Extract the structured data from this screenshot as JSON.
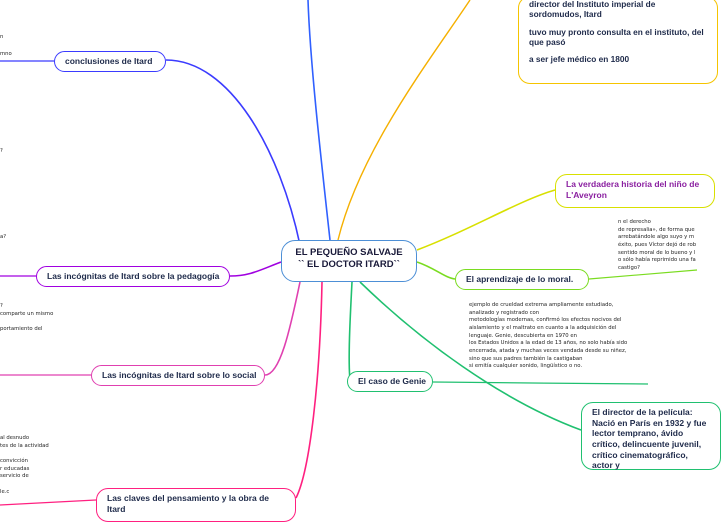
{
  "center": {
    "title_line1": "EL PEQUEÑO SALVAJE",
    "title_line2": "`` EL DOCTOR ITARD``"
  },
  "branches": {
    "conclusiones": "conclusiones de Itard",
    "pedagogia": "Las incógnitas de Itard sobre la pedagogía",
    "social": "Las incógnitas de Itard sobre lo social",
    "claves": "Las claves del pensamiento y la obra de Itard",
    "historia": "La verdadera historia del niño de L'Aveyron",
    "aprendizaje": "El aprendizaje de lo moral.",
    "genie": "El caso de Genie",
    "director": "El director de la película: Nació en París en 1932 y fue lector temprano, ávido crítico, delincuente juvenil, crítico cinematográfico, actor y",
    "topright": {
      "p1": "director del Instituto imperial de sordomudos, Itard",
      "p2": "tuvo muy pronto consulta en el instituto, del que pasó",
      "p3": "a ser jefe médico en 1800"
    }
  },
  "notes": {
    "aprendizaje": "n el derecho\nde represalia», de forma que\narrebatándole algo suyo y m\néxito, pues Víctor dejó de rob\nsentido moral de lo bueno y l\no sólo había reprimido una fa\ncastigo?",
    "genie": "ejemplo de crueldad extrema ampliamente estudiado,\nanalizado y registrado con\nmetodologías modernas, confirmó los efectos nocivos del\naislamiento y el maltrato en cuanto a la adquisición del\nlenguaje. Genie, descubierta en 1970 en\nlos Estados Unidos a la edad de 13 años, no solo había sido\nencerrada, atada y muchas veces vendada desde su niñez,\nsino que sus padres también la castigaban\nsi emitía cualquier sonido, lingüístico o no.",
    "left1": "n",
    "left2": "mno",
    "left3": "?",
    "left4": "a?",
    "left5": "?\ncomparte un mismo\n\nportamiento del",
    "left6": "al desnudo\ntes de la actividad\n\nconvicción\nr educadas\nservicio de\n\nle.c"
  },
  "colors": {
    "conclusiones": "#3b3bff",
    "pedagogia": "#a000e0",
    "social": "#e040b0",
    "claves": "#ff2080",
    "historia": "#d8e000",
    "aprendizaje": "#7adc20",
    "genie": "#20c070",
    "topright": "#f5c400",
    "topcenter": "#3060ff"
  }
}
